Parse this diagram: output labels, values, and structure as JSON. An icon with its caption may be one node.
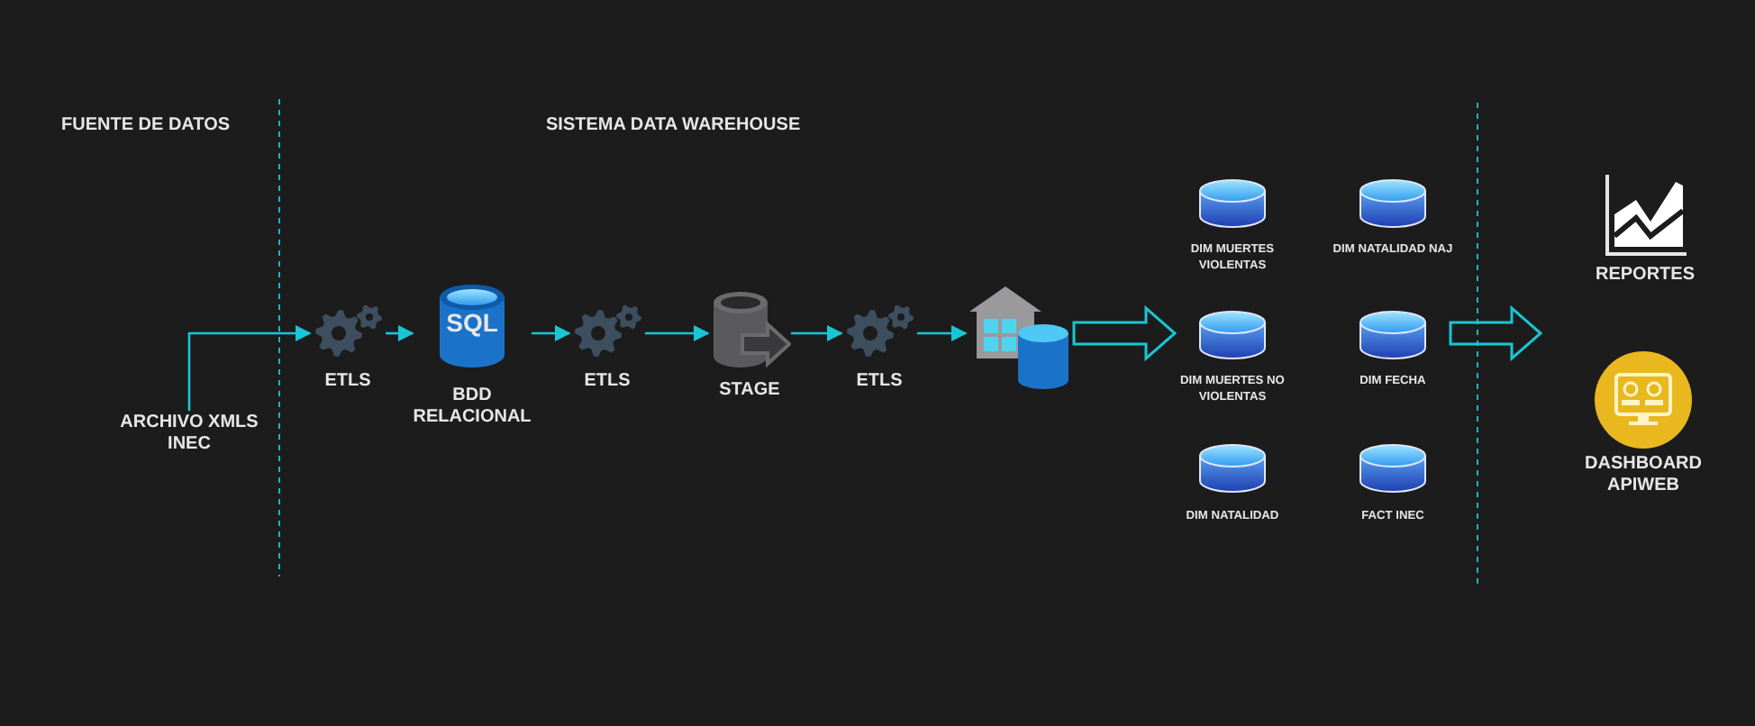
{
  "diagram": {
    "nodes": [
      {
        "text": [
          "ARCHIVO XMLS INEC"
        ]
      },
      {
        "text": [
          "ETLS"
        ]
      },
      {
        "text": [
          "SQL",
          "BDD RELACIONAL"
        ]
      },
      {
        "text": [
          "ETLS"
        ]
      },
      {
        "text": [
          "STAGE"
        ]
      },
      {
        "text": [
          "ETLS"
        ]
      },
      {
        "text": [],
        "shape": "picture"
      },
      {
        "text": [
          "DIM MUERTES VIOLENTAS"
        ]
      },
      {
        "text": [
          "DIM NATALIDAD NAJ"
        ]
      },
      {
        "text": [
          "DIM MUERTES NO VIOLENTAS"
        ]
      },
      {
        "text": [
          "DIM FECHA"
        ]
      },
      {
        "text": [
          "DIM NATALIDAD"
        ]
      },
      {
        "text": [
          "FACT INEC"
        ]
      },
      {
        "text": [
          "REPORTES"
        ]
      },
      {
        "text": [
          "DASHBOARD APIWEB"
        ]
      }
    ],
    "edges": [
      {
        "from": 0,
        "to": 1,
        "arrow": "to"
      },
      {
        "from": 1,
        "to": 2,
        "arrow": "to"
      },
      {
        "from": 2,
        "to": 3,
        "arrow": "to"
      },
      {
        "from": 3,
        "to": 4,
        "arrow": "to"
      },
      {
        "from": 4,
        "to": 5,
        "arrow": "to"
      },
      {
        "from": 5,
        "to": 6,
        "arrow": "to"
      },
      {
        "from": 6,
        "to": 9,
        "arrow": "to",
        "style": "thick"
      },
      {
        "from": 10,
        "to": null,
        "arrow": "to",
        "style": "thick"
      }
    ],
    "labels": [
      "FUENTE DE DATOS",
      "SISTEMA DATA WAREHOUSE"
    ]
  }
}
